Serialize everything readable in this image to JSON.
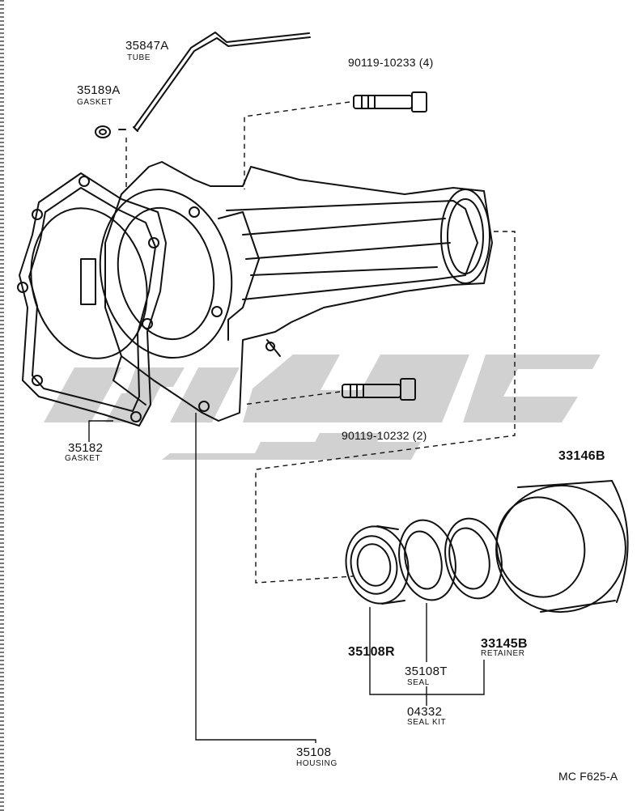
{
  "parts": {
    "tube": {
      "number": "35847A",
      "name": "TUBE"
    },
    "gasket_top": {
      "number": "35189A",
      "name": "GASKET"
    },
    "bolt_top": {
      "number": "90119-10233 (4)"
    },
    "gasket": {
      "number": "35182",
      "name": "GASKET"
    },
    "bolt_mid": {
      "number": "90119-10232 (2)"
    },
    "cover": {
      "number": "33146B"
    },
    "seal_r": {
      "number": "35108R"
    },
    "seal_t": {
      "number": "35108T",
      "name": "SEAL"
    },
    "retainer": {
      "number": "33145B",
      "name": "RETAINER"
    },
    "seal_kit": {
      "number": "04332",
      "name": "SEAL KIT"
    },
    "housing": {
      "number": "35108",
      "name": "HOUSING"
    }
  },
  "figure_code": "MC F625-A",
  "colors": {
    "line": "#111111",
    "watermark": "#c9c9c9",
    "background": "#ffffff"
  }
}
